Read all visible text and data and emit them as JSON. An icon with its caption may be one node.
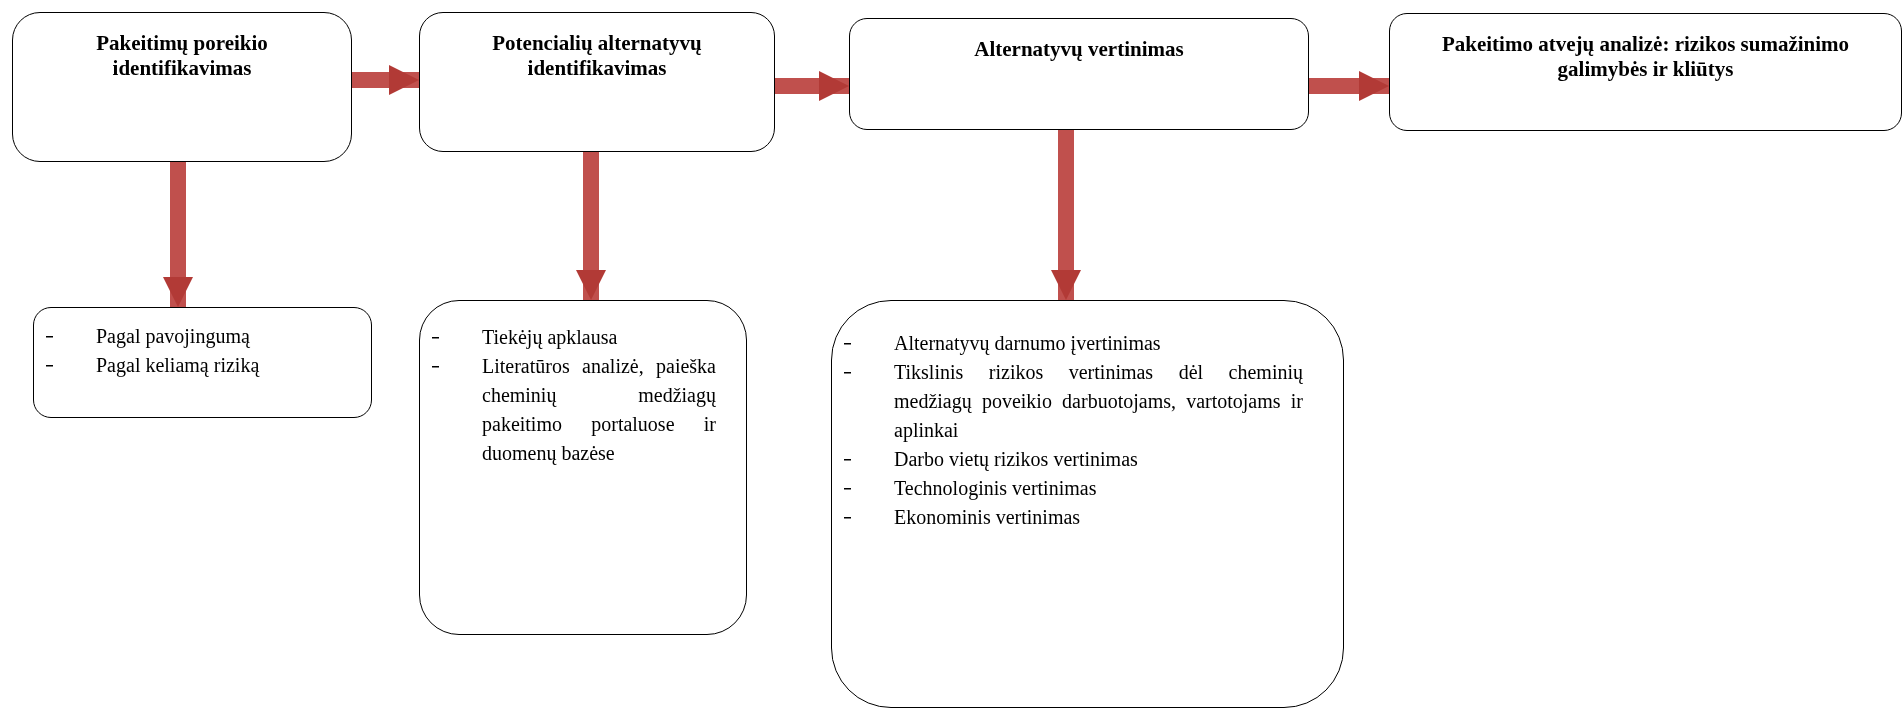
{
  "diagram": {
    "nodes": [
      {
        "text": [
          "Pakeitimų poreikio identifikavimas"
        ]
      },
      {
        "text": [
          "Potencialių alternatyvų identifikavimas"
        ]
      },
      {
        "text": [
          "Alternatyvų vertinimas"
        ]
      },
      {
        "text": [
          "Pakeitimo atvejų analizė: rizikos sumažinimo galimybės ir kliūtys"
        ]
      },
      {
        "text": [
          "Pagal pavojingumą",
          "Pagal keliamą riziką"
        ]
      },
      {
        "text": [
          "Tiekėjų apklausa",
          "Literatūros analizė, paieška cheminių medžiagų pakeitimo portaluose ir duomenų bazėse"
        ]
      },
      {
        "text": [
          "Alternatyvų darnumo įvertinimas",
          "Tikslinis rizikos vertinimas dėl cheminių medžiagų poveikio darbuotojams, vartotojams ir aplinkai",
          "Darbo vietų rizikos vertinimas",
          "Technologinis vertinimas",
          "Ekonominis vertinimas"
        ]
      }
    ],
    "edges": [
      {
        "from": 0,
        "to": 1,
        "arrow": "to"
      },
      {
        "from": 1,
        "to": 2,
        "arrow": "to"
      },
      {
        "from": 2,
        "to": 3,
        "arrow": "to"
      },
      {
        "from": 0,
        "to": 4,
        "arrow": "to"
      },
      {
        "from": 1,
        "to": 5,
        "arrow": "to"
      },
      {
        "from": 2,
        "to": 6,
        "arrow": "to"
      }
    ]
  }
}
